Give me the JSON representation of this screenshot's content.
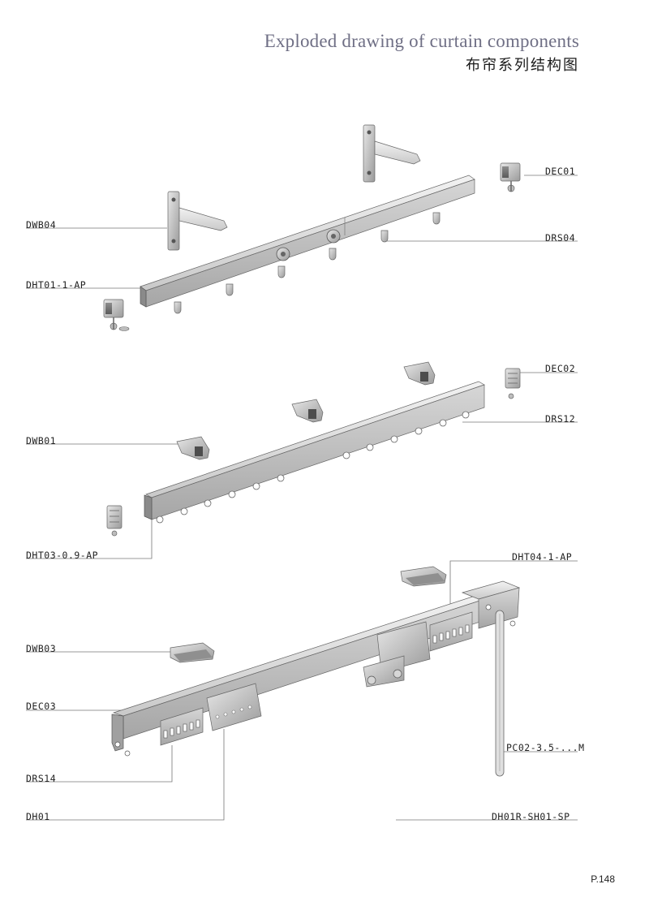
{
  "title": {
    "english": "Exploded drawing of curtain components",
    "chinese": "布帘系列结构图"
  },
  "labels": {
    "dwb04": "DWB04",
    "dht01": "DHT01-1-AP",
    "dec01": "DEC01",
    "drs04": "DRS04",
    "dwb01": "DWB01",
    "dec02": "DEC02",
    "drs12": "DRS12",
    "dht03": "DHT03-0.9-AP",
    "dht04": "DHT04-1-AP",
    "dwb03": "DWB03",
    "dec03": "DEC03",
    "pc02": "PC02-3.5-...M",
    "drs14": "DRS14",
    "dh01": "DH01",
    "dh01r": "DH01R-SH01-SP"
  },
  "page_number": "P.148"
}
